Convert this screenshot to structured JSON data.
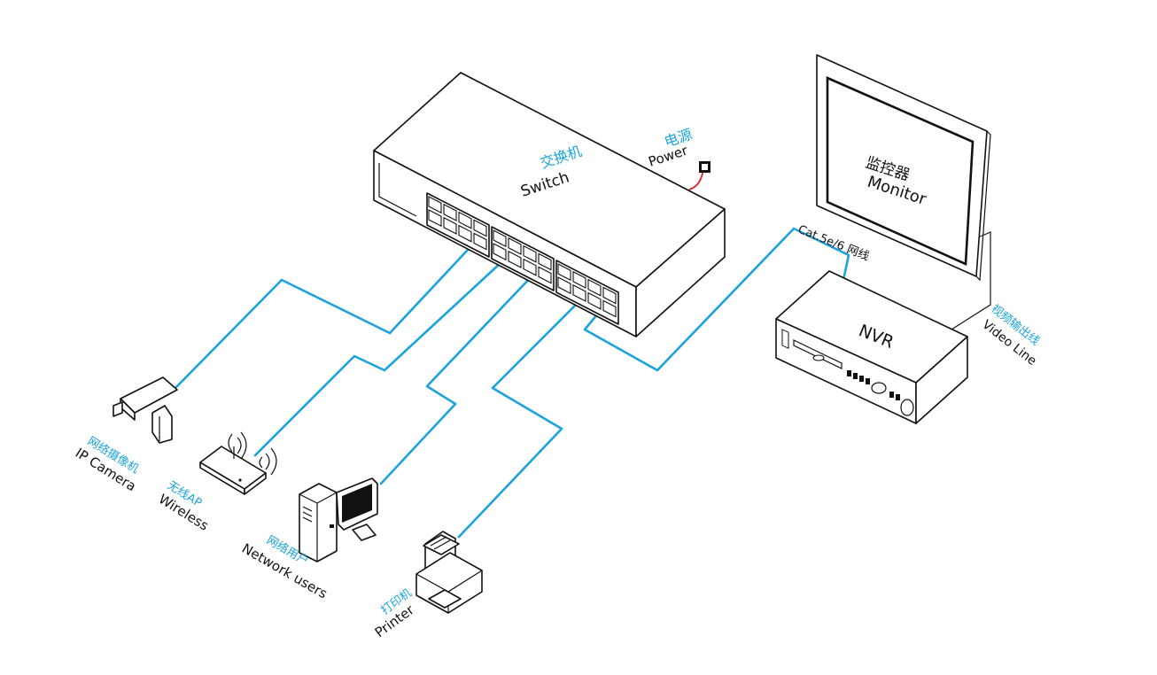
{
  "colors": {
    "cable": "#1aa3dd",
    "chinese_label": "#1aa3dd",
    "english_label": "#111111",
    "power_cable": "#d9252a"
  },
  "switch": {
    "label_cn": "交换机",
    "label_en": "Switch"
  },
  "power": {
    "label_cn": "电源",
    "label_en": "Power"
  },
  "monitor": {
    "label_cn": "监控器",
    "label_en": "Monitor"
  },
  "cable_label": "Cat.5e/6 网线",
  "nvr": {
    "label": "NVR"
  },
  "video_line": {
    "label_cn": "视频输出线",
    "label_en": "Video Line"
  },
  "ip_camera": {
    "label_cn": "网络摄像机",
    "label_en": "IP Camera"
  },
  "wireless": {
    "label_cn": "无线AP",
    "label_en": "Wireless"
  },
  "network_users": {
    "label_cn": "网络用户",
    "label_en": "Network users"
  },
  "printer": {
    "label_cn": "打印机",
    "label_en": "Printer"
  }
}
